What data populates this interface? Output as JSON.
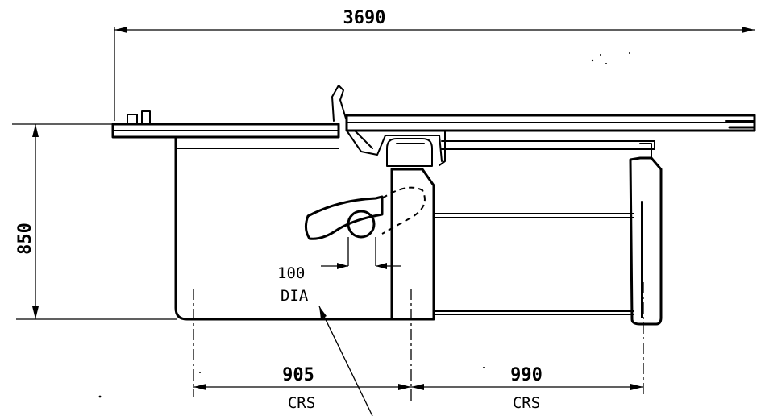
{
  "drawing": {
    "dims": {
      "overall_length": "3690",
      "height": "850",
      "hole_dia_value": "100",
      "hole_dia_unit": "DIA",
      "spacing_left": "905",
      "spacing_left_note": "CRS",
      "spacing_right": "990",
      "spacing_right_note": "CRS"
    }
  }
}
